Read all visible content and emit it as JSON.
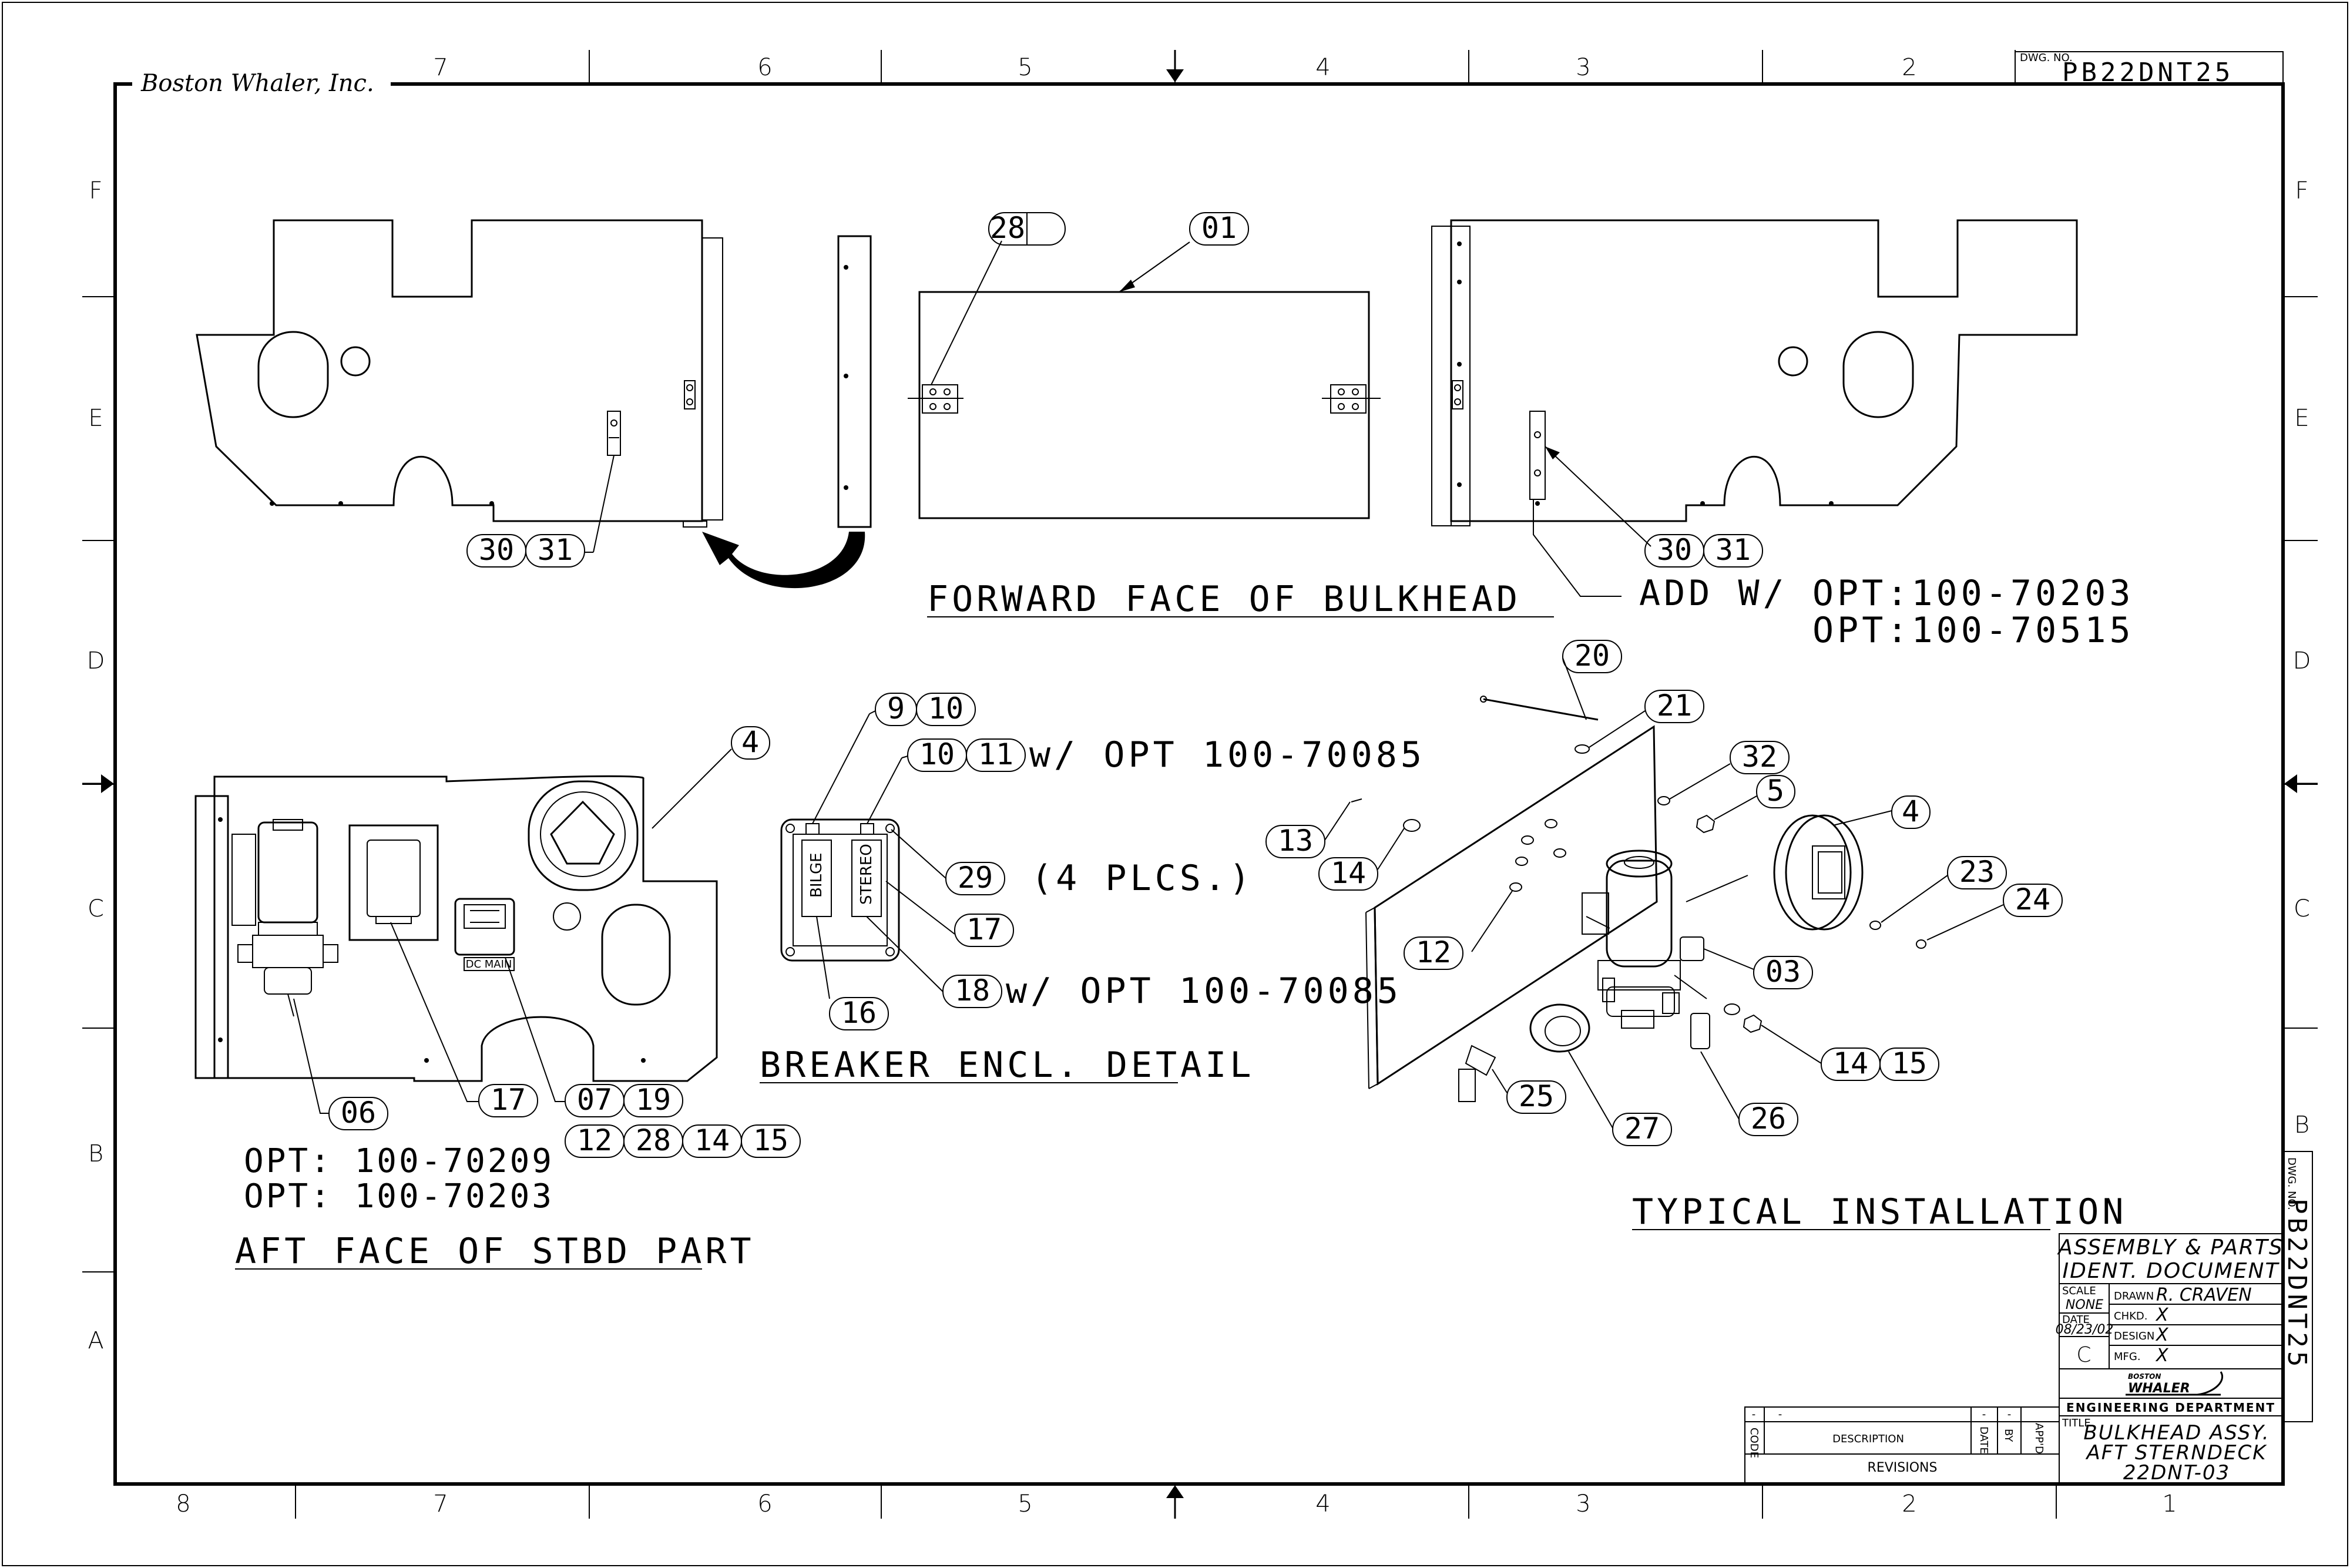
{
  "company": "Boston Whaler, Inc.",
  "dwg_no_label": "DWG. NO.",
  "dwg_no": "PB22DNT25",
  "grid": {
    "top_columns": [
      "7",
      "6",
      "5",
      "4",
      "3",
      "2"
    ],
    "bottom_columns": [
      "8",
      "7",
      "6",
      "5",
      "4",
      "3",
      "2",
      "1"
    ],
    "left_rows": [
      "F",
      "E",
      "D",
      "C",
      "B",
      "A"
    ],
    "right_rows": [
      "F",
      "E",
      "D",
      "C",
      "B"
    ]
  },
  "views": {
    "forward_face": "FORWARD FACE OF BULKHEAD",
    "aft_face": "AFT FACE OF STBD PART",
    "breaker_detail": "BREAKER ENCL. DETAIL",
    "typical": "TYPICAL INSTALLATION"
  },
  "notes": {
    "add_with": "ADD W/ OPT:100-70203",
    "opt_70515": "OPT:100-70515",
    "opt_70209": "OPT: 100-70209",
    "opt_70203": "OPT: 100-70203",
    "w_opt_1": "w/ OPT 100-70085",
    "w_opt_2": "w/ OPT 100-70085",
    "four_plcs": "(4 PLCS.)"
  },
  "panel_labels": {
    "bilge": "BILGE",
    "stereo": "STEREO",
    "dc_main": "DC MAIN"
  },
  "callouts": {
    "c28": "28",
    "c01": "01",
    "c30a": "30",
    "c31a": "31",
    "c30b": "30",
    "c31b": "31",
    "c4a": "4",
    "c9": "9",
    "c10a": "10",
    "c10b": "10",
    "c11": "11",
    "c29": "29",
    "c17a": "17",
    "c18": "18",
    "c16": "16",
    "c06": "06",
    "c17b": "17",
    "c07": "07",
    "c19": "19",
    "c12a": "12",
    "c28b": "28",
    "c14a": "14",
    "c15a": "15",
    "c20": "20",
    "c21": "21",
    "c32": "32",
    "c5": "5",
    "c4b": "4",
    "c13": "13",
    "c14b": "14",
    "c23": "23",
    "c24": "24",
    "c12b": "12",
    "c03": "03",
    "c14c": "14",
    "c15b": "15",
    "c25": "25",
    "c27": "27",
    "c26": "26"
  },
  "title_block": {
    "doc_title_1": "ASSEMBLY & PARTS",
    "doc_title_2": "IDENT. DOCUMENT",
    "scale_label": "SCALE",
    "scale_value": "NONE",
    "date_label": "DATE",
    "date_value": "08/23/02",
    "rev_letter": "C",
    "drawn_label": "DRAWN",
    "drawn_value": "R. CRAVEN",
    "chkd_label": "CHKD.",
    "chkd_value": "X",
    "design_label": "DESIGN",
    "design_value": "X",
    "mfg_label": "MFG.",
    "mfg_value": "X",
    "logo_small": "BOSTON",
    "logo": "WHALER",
    "engineering": "ENGINEERING DEPARTMENT",
    "title_label": "TITLE",
    "title_1": "BULKHEAD ASSY.",
    "title_2": "AFT STERNDECK",
    "title_3": "22DNT-03"
  },
  "revisions": {
    "code": "CODE",
    "description": "DESCRIPTION",
    "date": "DATE",
    "by": "BY",
    "appd": "APP'D",
    "heading": "REVISIONS",
    "dash": "-"
  }
}
